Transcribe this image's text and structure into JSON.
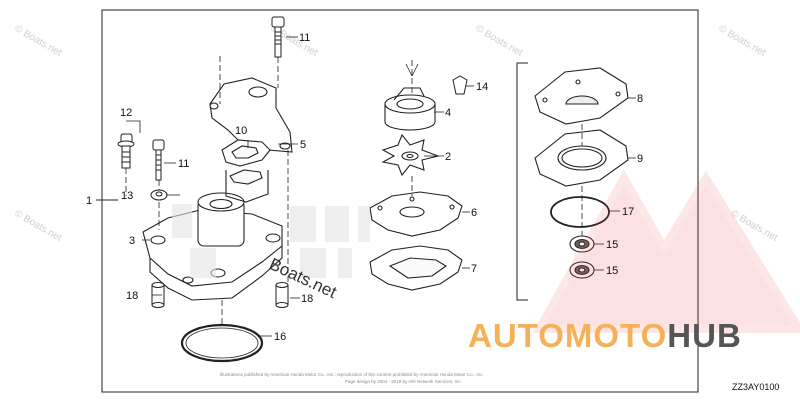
{
  "watermark": {
    "site_text": "© Boats.net",
    "overlay_text": "Boats.net",
    "brand_part1": "AUTOMOTO",
    "brand_part2": "HUB",
    "brand_color1": "#f4b15a",
    "brand_color2": "#555555",
    "triangle_color": "#e84a4a"
  },
  "diagram": {
    "code": "ZZ3AY0100",
    "copyright_line1": "Illustrations published by American Honda Motor Co., Inc.; reproduction of this content prohibited by American Honda Motor Co., Inc.",
    "copyright_line2": "Page design by 2004 - 2019 by ARI Network Services, Inc.",
    "callouts": [
      {
        "id": "c1",
        "text": "1"
      },
      {
        "id": "c2",
        "text": "2"
      },
      {
        "id": "c3",
        "text": "3"
      },
      {
        "id": "c4",
        "text": "4"
      },
      {
        "id": "c5",
        "text": "5"
      },
      {
        "id": "c8",
        "text": "8"
      },
      {
        "id": "c9",
        "text": "9"
      },
      {
        "id": "c10",
        "text": "10"
      },
      {
        "id": "c11a",
        "text": "11"
      },
      {
        "id": "c11b",
        "text": "11"
      },
      {
        "id": "c12",
        "text": "12"
      },
      {
        "id": "c13",
        "text": "13"
      },
      {
        "id": "c14",
        "text": "14"
      },
      {
        "id": "c15a",
        "text": "15"
      },
      {
        "id": "c15b",
        "text": "15"
      },
      {
        "id": "c16",
        "text": "16"
      },
      {
        "id": "c17",
        "text": "17"
      },
      {
        "id": "c18a",
        "text": "18"
      },
      {
        "id": "c18b",
        "text": "18"
      },
      {
        "id": "c6",
        "text": "6"
      },
      {
        "id": "c7",
        "text": "7"
      }
    ]
  }
}
